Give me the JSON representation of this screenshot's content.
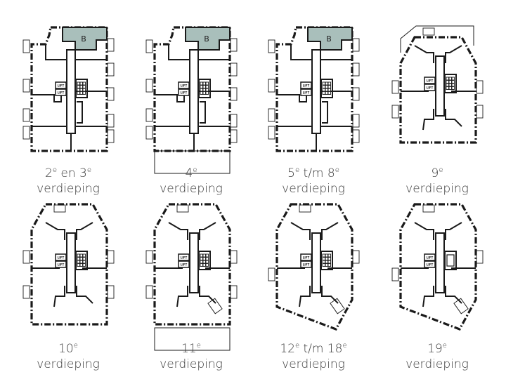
{
  "colors": {
    "wall": "#1a1a1a",
    "storage_fill": "#a9bfbb",
    "caption": "#3a3a3a"
  },
  "storage_label": "B",
  "lift_label": "LIFT",
  "plans": [
    {
      "id": "2-3",
      "type": "rect-storage",
      "line1": [
        {
          "t": "2"
        },
        {
          "sup": "e"
        },
        {
          "t": " en 3"
        },
        {
          "sup": "e"
        }
      ],
      "line2": "verdieping"
    },
    {
      "id": "4",
      "type": "rect-storage-balcony",
      "line1": [
        {
          "t": "4"
        },
        {
          "sup": "e"
        }
      ],
      "line2": "verdieping"
    },
    {
      "id": "5-8",
      "type": "rect-storage",
      "line1": [
        {
          "t": "5"
        },
        {
          "sup": "e"
        },
        {
          "t": " t/m 8"
        },
        {
          "sup": "e"
        }
      ],
      "line2": "verdieping"
    },
    {
      "id": "9",
      "type": "chamfer-top",
      "line1": [
        {
          "t": "9"
        },
        {
          "sup": "e"
        }
      ],
      "line2": "verdieping"
    },
    {
      "id": "10",
      "type": "chamfer",
      "line1": [
        {
          "t": "10"
        },
        {
          "sup": "e"
        }
      ],
      "line2": "verdieping"
    },
    {
      "id": "11",
      "type": "chamfer-balcony",
      "line1": [
        {
          "t": "11"
        },
        {
          "sup": "e"
        }
      ],
      "line2": "verdieping"
    },
    {
      "id": "12-18",
      "type": "pentagon",
      "line1": [
        {
          "t": "12"
        },
        {
          "sup": "e"
        },
        {
          "t": " t/m 18"
        },
        {
          "sup": "e"
        }
      ],
      "line2": "verdieping"
    },
    {
      "id": "19",
      "type": "pentagon-alt",
      "line1": [
        {
          "t": "19"
        },
        {
          "sup": "e"
        }
      ],
      "line2": "verdieping"
    }
  ]
}
